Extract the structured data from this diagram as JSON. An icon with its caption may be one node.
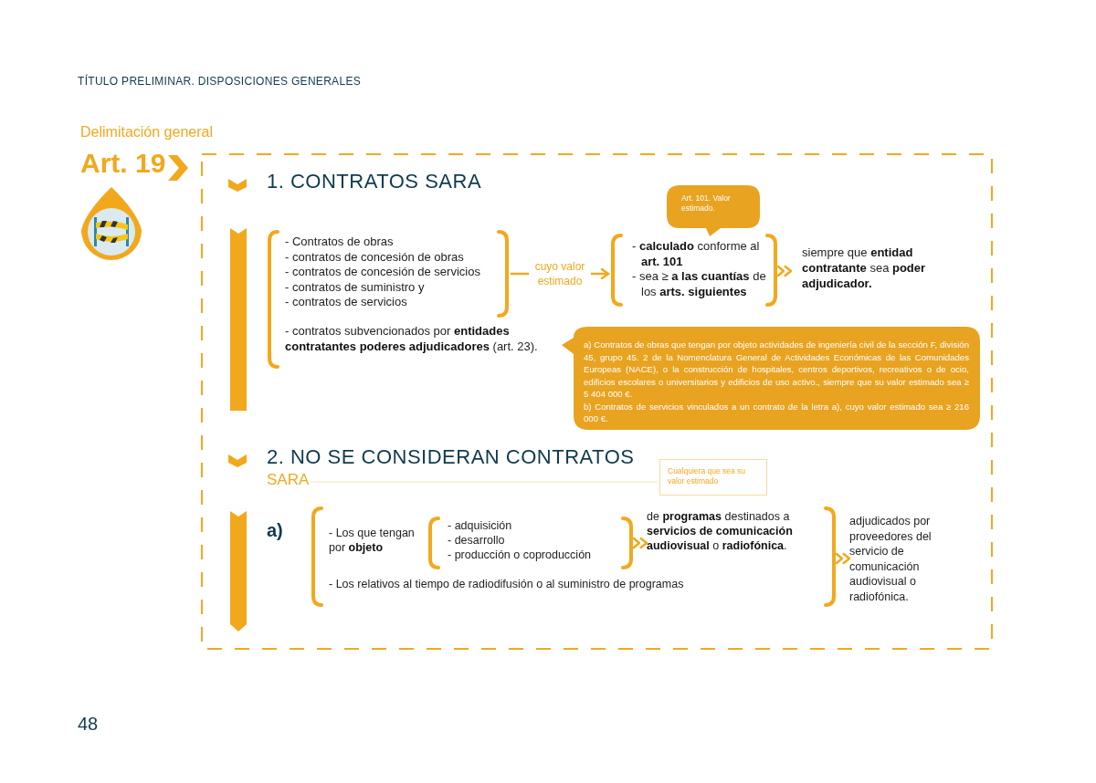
{
  "diagram": {
    "title": "TÍTULO PRELIMINAR. DISPOSICIONES GENERALES",
    "nodes": [
      {
        "text": [],
        "shape": "bracket"
      },
      {
        "text": [
          "- Contratos de obras",
          "- contratos de concesión de obras",
          "- contratos de concesión de servicios",
          "- contratos de suministro y",
          "- contratos de servicios"
        ],
        "in": 0
      },
      {
        "text": [
          "Art. 101. Valor estimado."
        ]
      },
      {
        "text": [
          "- **calculado** conforme al **art. 101**",
          "- sea ≥ **a las cuantías** de los **arts. siguientes**"
        ]
      },
      {
        "text": [
          "siempre que **entidad contratante** sea **poder adjudicador.**"
        ]
      },
      {
        "text": [
          "- contratos subvencionados por **entidades contratantes poderes adjudicadores** (art. 23)."
        ],
        "in": 0
      },
      {
        "text": [
          "a) Contratos de obras que tengan por objeto actividades de ingeniería civil de la sección F, división 45, grupo 45. 2 de la Nomenclatura General de Actividades Económicas de las Comunidades Europeas (NACE), o la construcción de hospitales, centros deportivos, recreativos o de ocio, edificios escolares o universitarios y edificios de uso activo., siempre que su valor estimado sea ≥ 5 404 000 €.",
          "b) Contratos de servicios vinculados a un contrato de la letra a), cuyo valor estimado sea ≥ 216 000 €."
        ]
      },
      {
        "text": [
          "Cualquiera que sea su valor estimado"
        ]
      },
      {
        "text": [],
        "shape": "bracket"
      },
      {
        "text": [
          "- Los que tengan por **objeto**"
        ],
        "in": 8
      },
      {
        "text": [
          "- adquisición",
          "- desarrollo",
          "- producción o coproducción"
        ],
        "in": 8
      },
      {
        "text": [
          "de **programas** destinados a **servicios de comunicación audiovisual** o **radiofónica**."
        ],
        "in": 8
      },
      {
        "text": [
          "- Los relativos al tiempo de radiodifusión o al suministro de programas"
        ],
        "in": 8
      },
      {
        "text": [
          "adjudicados por proveedores del servicio de comunicación audiovisual o radiofónica."
        ]
      }
    ],
    "edges": [
      {
        "from": 1,
        "to": 3,
        "arrow": "to",
        "label": "cuyo valor estimado"
      },
      {
        "from": 3,
        "to": 4,
        "arrow": "to"
      },
      {
        "from": 10,
        "to": 11,
        "arrow": "to"
      },
      {
        "from": 8,
        "to": 13,
        "arrow": "to"
      }
    ],
    "labels": [
      "Delimitación general",
      "Art. 19",
      "1. CONTRATOS SARA",
      "2. NO SE CONSIDERAN CONTRATOS",
      "SARA",
      "a)",
      "48"
    ]
  }
}
